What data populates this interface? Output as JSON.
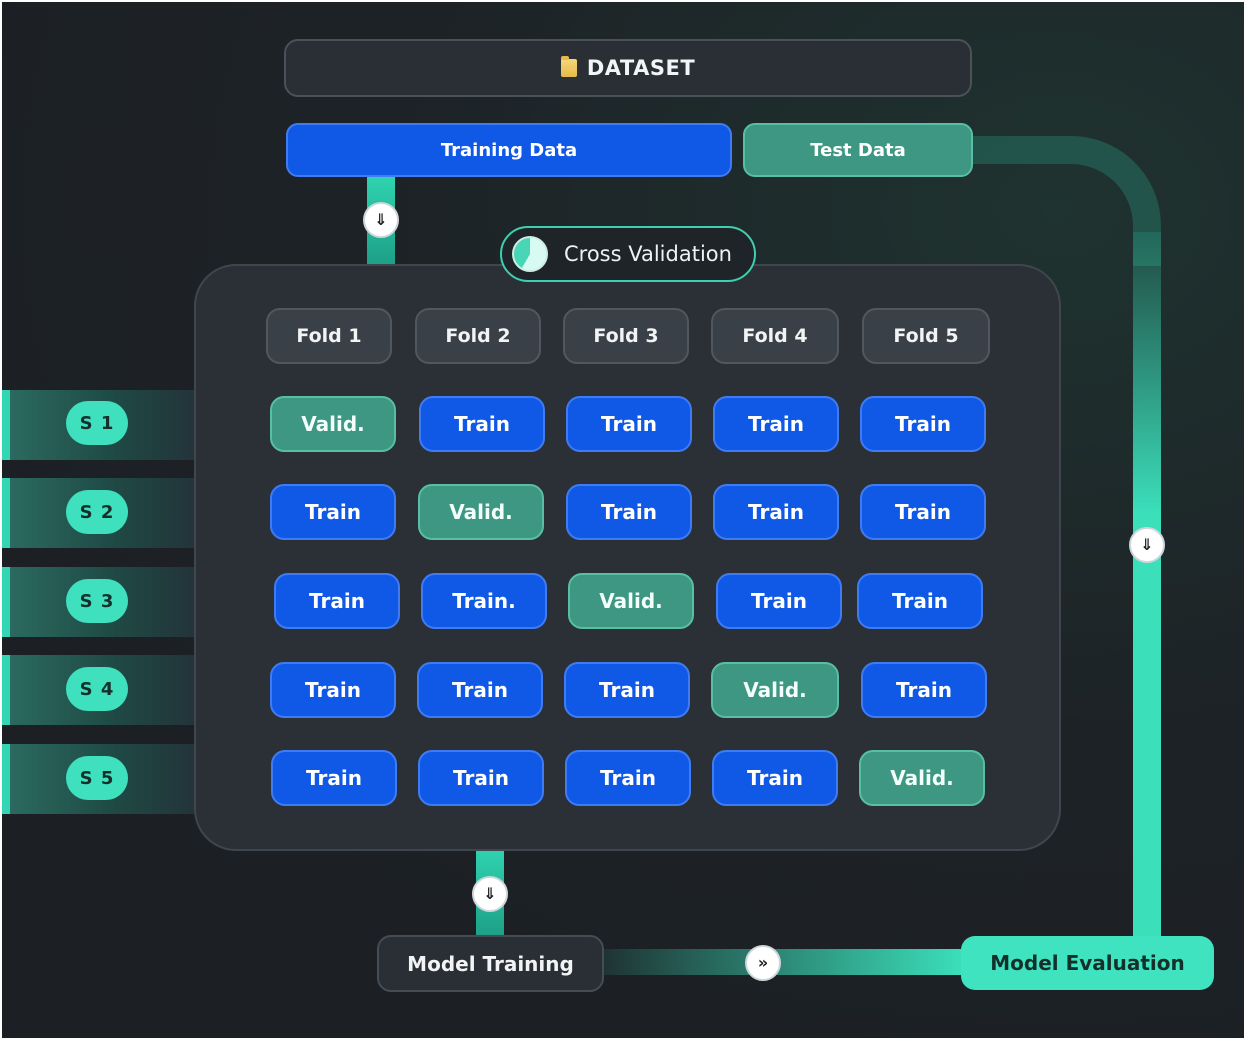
{
  "dataset": {
    "label": "DATASET"
  },
  "split": {
    "training": "Training Data",
    "test": "Test Data"
  },
  "cross_validation": {
    "label": "Cross Validation"
  },
  "folds": [
    "Fold 1",
    "Fold 2",
    "Fold 3",
    "Fold 4",
    "Fold 5"
  ],
  "steps": [
    "S 1",
    "S 2",
    "S 3",
    "S 4",
    "S 5"
  ],
  "grid": [
    [
      "Valid.",
      "Train",
      "Train",
      "Train",
      "Train"
    ],
    [
      "Train",
      "Valid.",
      "Train",
      "Train",
      "Train"
    ],
    [
      "Train",
      "Train.",
      "Valid.",
      "Train",
      "Train"
    ],
    [
      "Train",
      "Train",
      "Train",
      "Valid.",
      "Train"
    ],
    [
      "Train",
      "Train",
      "Train",
      "Train",
      "Valid."
    ]
  ],
  "model": {
    "training": "Model Training",
    "evaluation": "Model Evaluation"
  },
  "icons": {
    "dataset": "folder-icon",
    "cross_validation": "pie-chart-icon",
    "arrow_down": "double-chevron-down-icon",
    "arrow_right": "double-chevron-right-icon"
  },
  "colors": {
    "train": "#1059e6",
    "valid": "#3e9783",
    "accent": "#3fe3bf",
    "panel": "#2b3036",
    "background": "#1c1f23"
  }
}
